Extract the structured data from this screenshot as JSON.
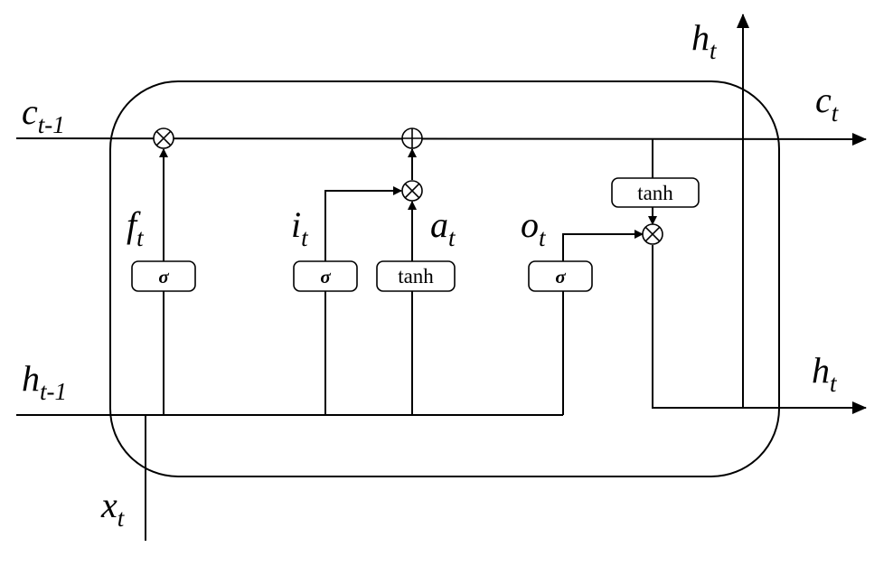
{
  "labels": {
    "c_prev": {
      "main": "c",
      "sub": "t-1"
    },
    "c_next": {
      "main": "c",
      "sub": "t"
    },
    "h_prev": {
      "main": "h",
      "sub": "t-1"
    },
    "h_top": {
      "main": "h",
      "sub": "t"
    },
    "h_right": {
      "main": "h",
      "sub": "t"
    },
    "x_in": {
      "main": "x",
      "sub": "t"
    },
    "f_gate": {
      "main": "f",
      "sub": "t"
    },
    "i_gate": {
      "main": "i",
      "sub": "t"
    },
    "a_gate": {
      "main": "a",
      "sub": "t"
    },
    "o_gate": {
      "main": "o",
      "sub": "t"
    }
  },
  "boxes": {
    "forget_sigma": "σ",
    "input_sigma": "σ",
    "candidate_tanh": "tanh",
    "output_sigma": "σ",
    "cell_tanh": "tanh"
  },
  "operators": {
    "multiply": "⊗",
    "add": "⊕"
  }
}
